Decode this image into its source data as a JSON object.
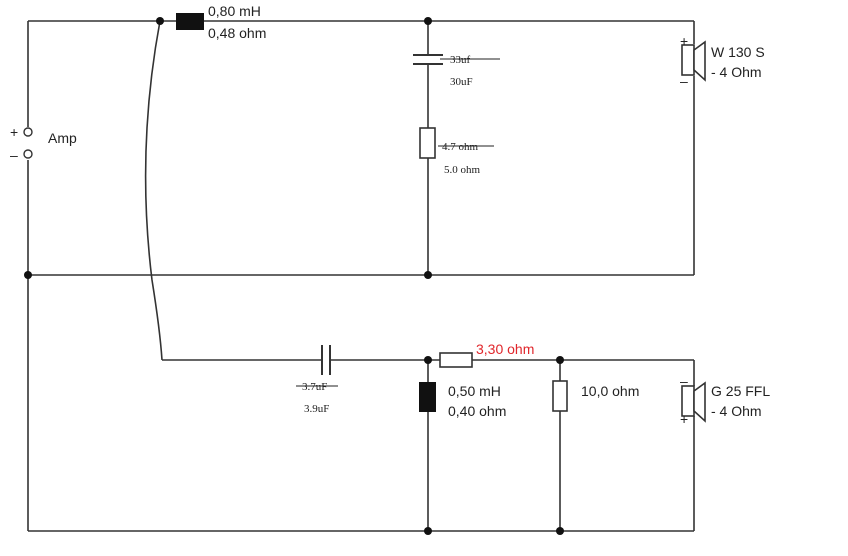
{
  "amp": {
    "label": "Amp",
    "plus": "+",
    "minus": "–"
  },
  "top_branch": {
    "inductor": {
      "value": "0,80 mH",
      "resistance": "0,48 ohm"
    },
    "capacitor": {
      "old_value": "33uf",
      "new_value": "30uF"
    },
    "resistor": {
      "old_value": "4.7 ohm",
      "new_value": "5.0 ohm"
    },
    "speaker": {
      "name": "W 130 S",
      "impedance": "- 4 Ohm",
      "plus": "+",
      "minus": "–"
    }
  },
  "bottom_branch": {
    "capacitor": {
      "old_value": "3.7uF",
      "new_value": "3.9uF"
    },
    "series_resistor": {
      "value": "3,30 ohm"
    },
    "inductor": {
      "value": "0,50 mH",
      "resistance": "0,40 ohm"
    },
    "shunt_resistor": {
      "value": "10,0 ohm"
    },
    "speaker": {
      "name": "G 25 FFL",
      "impedance": "- 4 Ohm",
      "minus": "–",
      "plus": "+"
    }
  },
  "colors": {
    "highlight": "#e0262b",
    "wire": "#333333",
    "component": "#111111"
  }
}
